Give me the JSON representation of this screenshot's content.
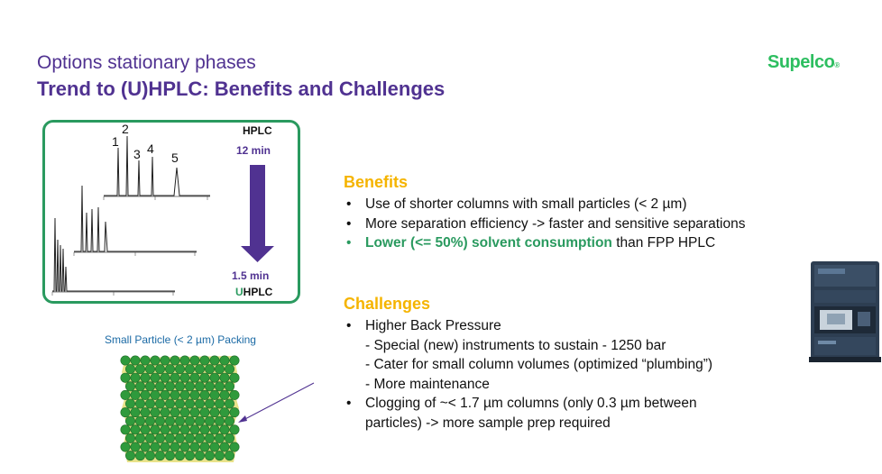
{
  "header": {
    "title": "Options stationary phases",
    "subtitle": "Trend to (U)HPLC: Benefits and Challenges",
    "logo_text": "Supelco",
    "logo_mark": "®"
  },
  "chromatogram": {
    "hplc_label": "HPLC",
    "hplc_time": "12 min",
    "uhplc_time": "1.5 min",
    "uhplc_prefix": "U",
    "uhplc_suffix": "HPLC",
    "peak_labels": [
      "1",
      "2",
      "3",
      "4",
      "5"
    ]
  },
  "benefits": {
    "heading": "Benefits",
    "items": [
      "Use of shorter columns with small particles (< 2 µm)",
      "More separation efficiency -> faster and sensitive separations"
    ],
    "highlight_text": "Lower (<= 50%) solvent consumption",
    "highlight_rest": " than FPP HPLC"
  },
  "challenges": {
    "heading": "Challenges",
    "item1": "Higher Back Pressure",
    "sub_items": [
      "- Special (new) instruments to sustain - 1250 bar",
      "- Cater for small column volumes (optimized “plumbing”)",
      "- More maintenance"
    ],
    "item2_line1": "Clogging of ~< 1.7 µm columns (only 0.3 µm between",
    "item2_line2": "particles) -> more sample prep required"
  },
  "packing": {
    "label": "Small Particle (< 2 µm) Packing"
  },
  "colors": {
    "purple": "#503291",
    "green": "#2a9a5f",
    "yellow": "#f5b400",
    "logo_green": "#2dbe60"
  }
}
